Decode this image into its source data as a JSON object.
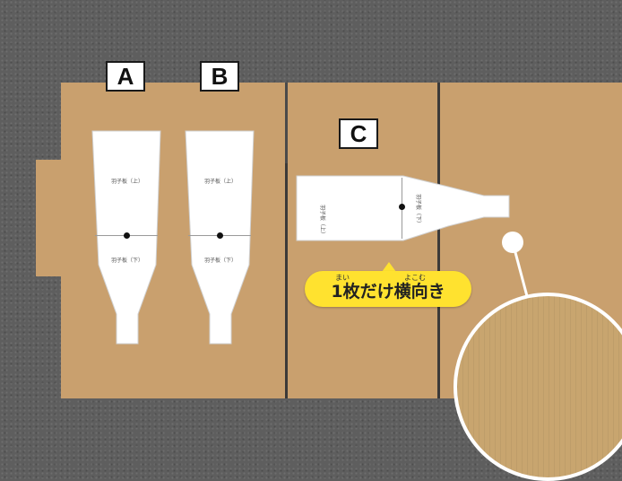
{
  "labels": {
    "a": "A",
    "b": "B",
    "c": "C"
  },
  "template_text": {
    "upper": "羽子板（上）",
    "lower": "羽子板（下）"
  },
  "callout": {
    "main": "1枚だけ横向き",
    "ruby_1": "まい",
    "ruby_2": "よこむ"
  },
  "colors": {
    "cardboard": "#c9a06e",
    "carpet": "#5e5e5e",
    "callout_bg": "#ffe22f",
    "template": "#ffffff"
  }
}
